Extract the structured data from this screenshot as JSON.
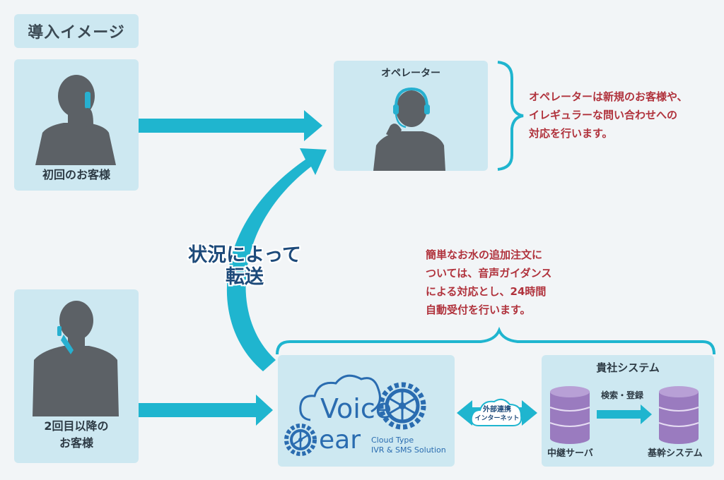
{
  "header": {
    "title": "導入イメージ"
  },
  "customers": {
    "first": {
      "label": "初回のお客様"
    },
    "repeat": {
      "label_line1": "2回目以降の",
      "label_line2": "お客様"
    }
  },
  "operator": {
    "title": "オペレーター",
    "note_lines": [
      "オペレーターは新規のお客様や、",
      "イレギュラーな問い合わせへの",
      "対応を行います。"
    ]
  },
  "transfer": {
    "line1": "状況によって",
    "line2": "転送"
  },
  "voice_gear": {
    "note_lines": [
      "簡単なお水の追加注文に",
      "ついては、音声ガイダンス",
      "による対応とし、24時間",
      "自動受付を行います。"
    ],
    "logo_word1": "Voice",
    "logo_word2": "ear",
    "tagline_line1": "Cloud Type",
    "tagline_line2": "IVR & SMS Solution"
  },
  "network": {
    "line1": "外部連携",
    "line2": "インターネット"
  },
  "company_system": {
    "title": "貴社システム",
    "relay_server": "中継サーバ",
    "core_system": "基幹システム",
    "action": "検索・登録"
  },
  "colors": {
    "panel": "#cde8f1",
    "arrow": "#1fb5cf",
    "accent_red": "#b0323c",
    "silhouette": "#5c6166",
    "headset": "#27b0d0",
    "database": "#9a7bbf"
  }
}
